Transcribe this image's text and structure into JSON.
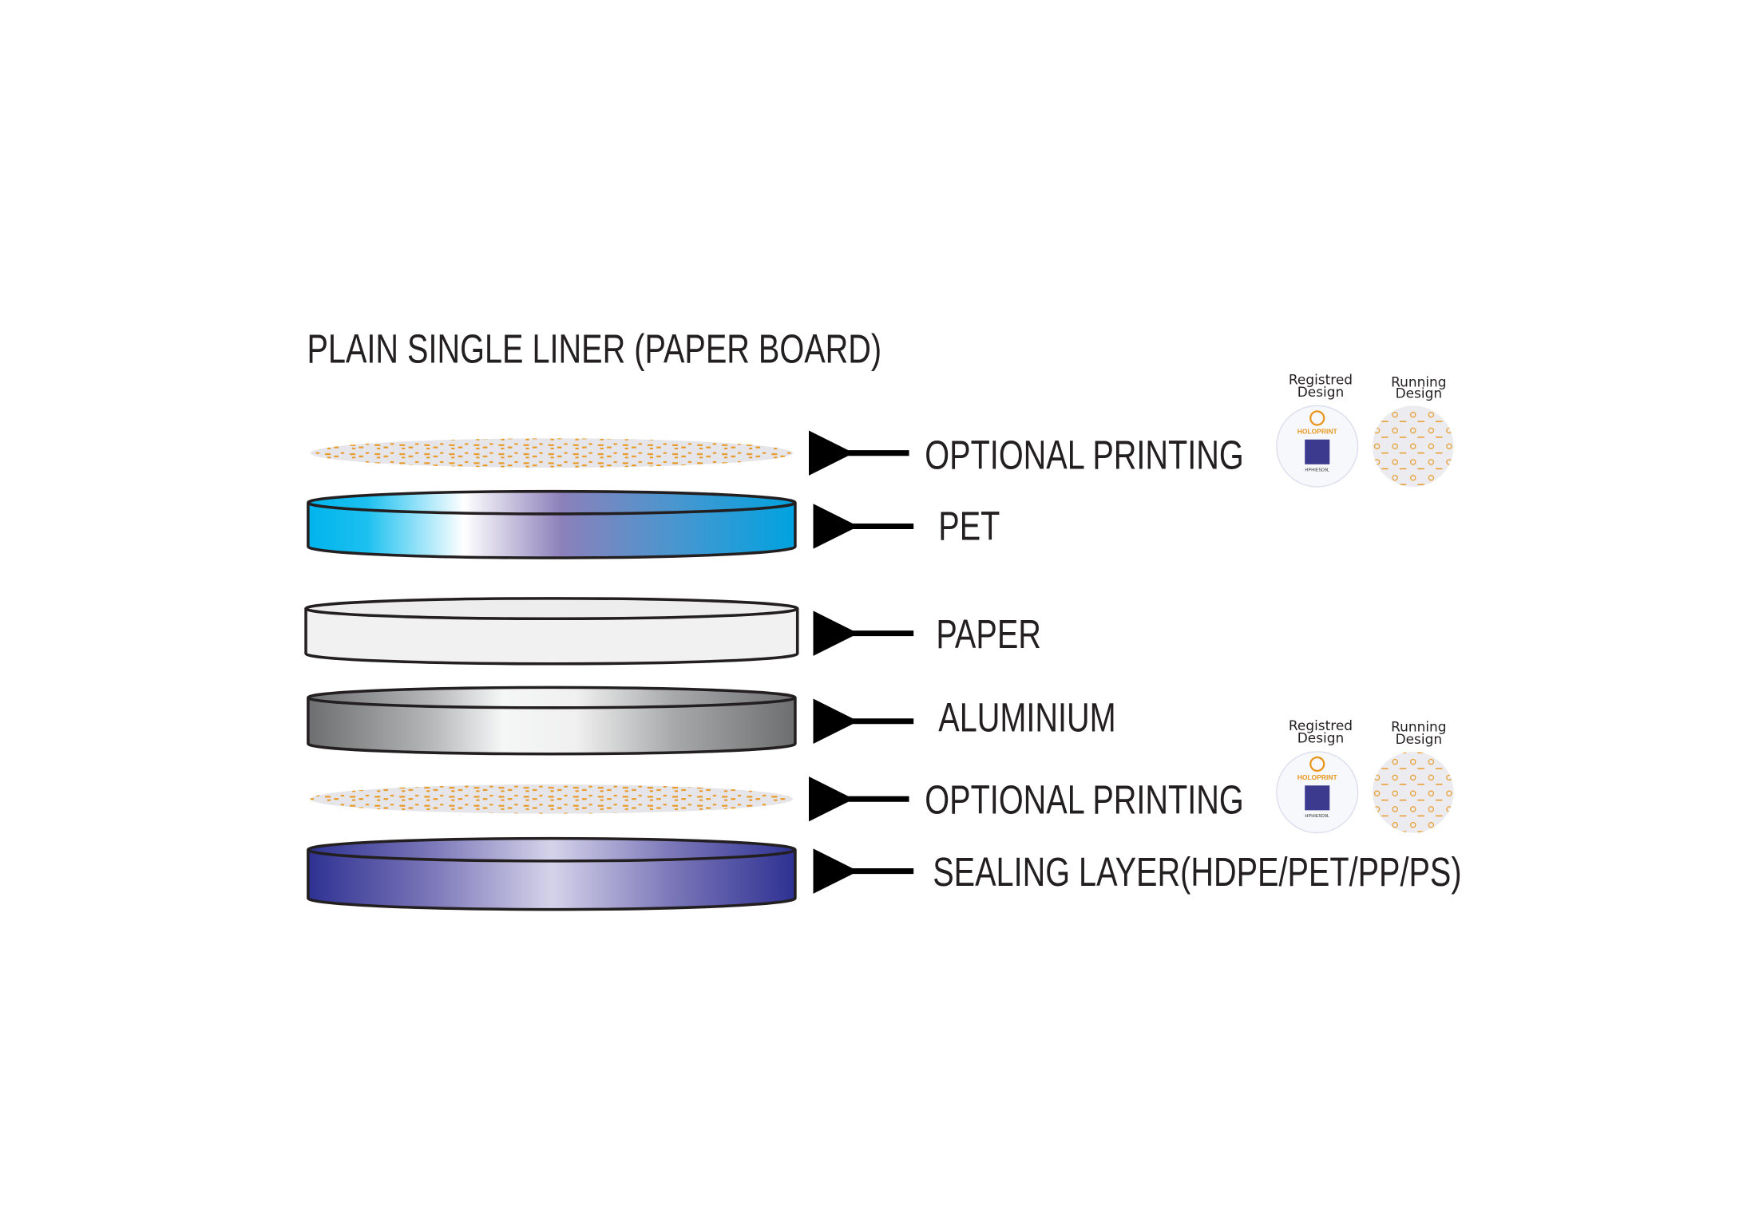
{
  "title": "PLAIN SINGLE LINER (PAPER BOARD)",
  "layers": [
    {
      "label": "OPTIONAL PRINTING"
    },
    {
      "label": "PET"
    },
    {
      "label": "PAPER"
    },
    {
      "label": "ALUMINIUM"
    },
    {
      "label": "OPTIONAL PRINTING"
    },
    {
      "label": "SEALING LAYER(HDPE/PET/PP/PS)"
    }
  ],
  "samples": {
    "registered_line1": "Registred",
    "registered_line2": "Design",
    "running_line1": "Running",
    "running_line2": "Design",
    "brand": "HOLOPRINT",
    "code": "HPHIE5D9L"
  },
  "colors": {
    "pet": "#00b4ec",
    "sealing": "#2e3192",
    "print": "#e8961e"
  }
}
